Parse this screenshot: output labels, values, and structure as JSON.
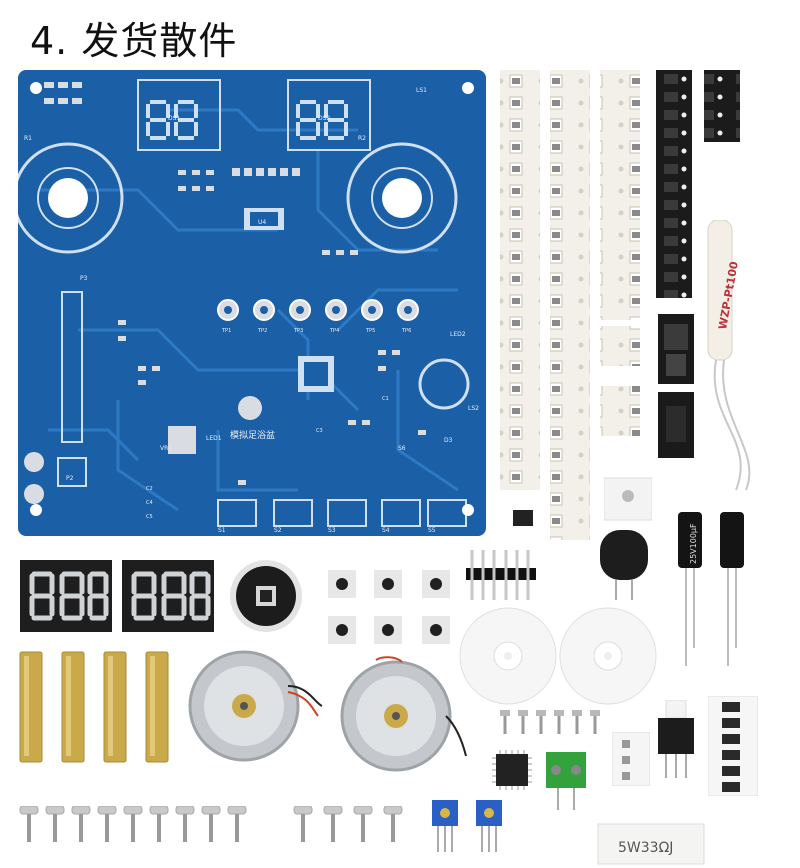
{
  "heading": "4. 发货散件",
  "pcb": {
    "label_pool": "模拟足浴盆",
    "silk_labels": [
      "DS1",
      "DS2",
      "LS1",
      "R1",
      "R2",
      "U4",
      "VR1",
      "LED1",
      "LED2",
      "LS2",
      "P2",
      "P3",
      "S1",
      "S2",
      "S3",
      "S4",
      "S5",
      "S6",
      "D3",
      "TP1",
      "TP2",
      "TP3",
      "TP4",
      "TP5",
      "TP6",
      "C1",
      "C2",
      "C3",
      "C4",
      "C5"
    ]
  },
  "parts": {
    "sensor_label": "WZP-Pt100",
    "capacitor_label": "25V100μF",
    "resistor_label": "5W33ΩJ"
  },
  "colors": {
    "pcb": "#1b5fa7",
    "pcb_trace": "#3a86d4",
    "pad": "#d9dde3",
    "brass": "#c9a94a",
    "display": "#1e1e1e",
    "segment": "#cfd3d6"
  }
}
